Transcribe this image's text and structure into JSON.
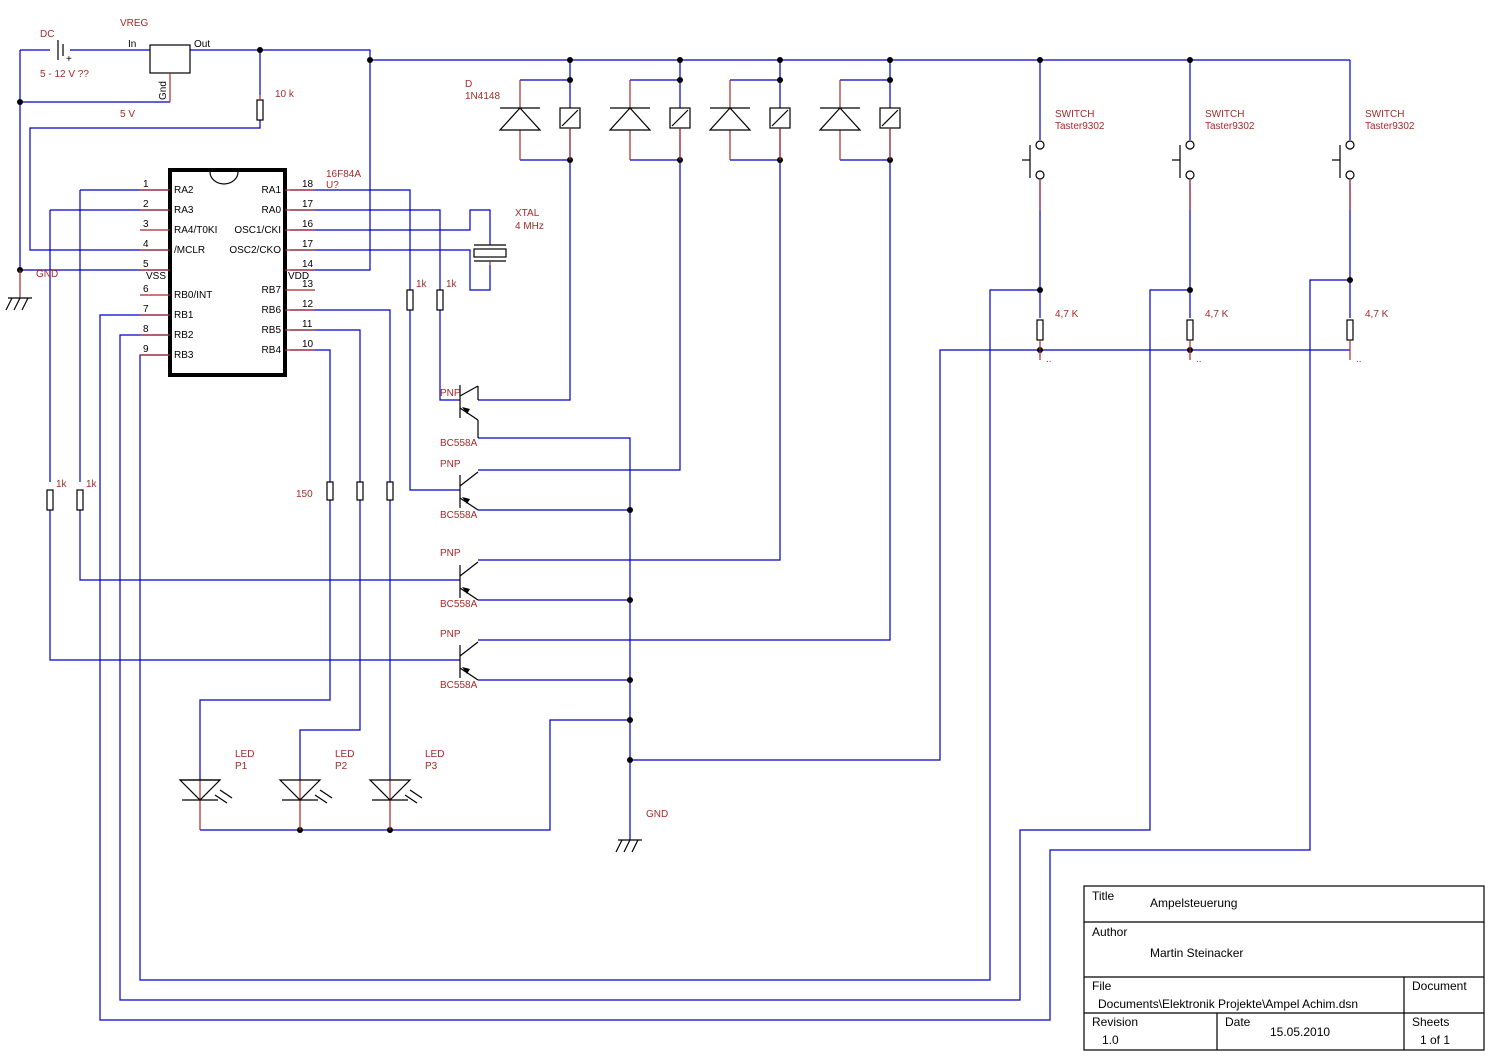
{
  "components": {
    "dc": {
      "ref": "DC",
      "value": "5 - 12 V ??"
    },
    "vreg": {
      "ref": "VREG",
      "pin_in": "In",
      "pin_out": "Out",
      "pin_gnd": "Gnd",
      "out_voltage": "5 V"
    },
    "r_mclr": {
      "value": "10 k"
    },
    "gnd_left": {
      "label": "GND"
    },
    "gnd_bottom": {
      "label": "GND"
    },
    "mcu": {
      "ref": "16F84A",
      "suffix": "U?",
      "left_pins": [
        {
          "num": "1",
          "name": "RA2"
        },
        {
          "num": "2",
          "name": "RA3"
        },
        {
          "num": "3",
          "name": "RA4/T0KI"
        },
        {
          "num": "4",
          "name": "/MCLR"
        },
        {
          "num": "5",
          "name": "VSS"
        },
        {
          "num": "6",
          "name": "RB0/INT"
        },
        {
          "num": "7",
          "name": "RB1"
        },
        {
          "num": "8",
          "name": "RB2"
        },
        {
          "num": "9",
          "name": "RB3"
        }
      ],
      "right_pins": [
        {
          "num": "18",
          "name": "RA1"
        },
        {
          "num": "17",
          "name": "RA0"
        },
        {
          "num": "16",
          "name": "OSC1/CKI"
        },
        {
          "num": "17",
          "name": "OSC2/CKO"
        },
        {
          "num": "14",
          "name": "VDD"
        },
        {
          "num": "13",
          "name": "RB7"
        },
        {
          "num": "12",
          "name": "RB6"
        },
        {
          "num": "11",
          "name": "RB5"
        },
        {
          "num": "10",
          "name": "RB4"
        }
      ]
    },
    "xtal": {
      "ref": "XTAL",
      "value": "4 MHz"
    },
    "diode": {
      "ref": "D",
      "value": "1N4148"
    },
    "r_base": [
      "1k",
      "1k",
      "1k",
      "1k"
    ],
    "r_led": [
      "150"
    ],
    "transistors": [
      {
        "type": "PNP",
        "value": "BC558A"
      },
      {
        "type": "PNP",
        "value": "BC558A"
      },
      {
        "type": "PNP",
        "value": "BC558A"
      },
      {
        "type": "PNP",
        "value": "BC558A"
      }
    ],
    "leds": [
      {
        "ref": "LED",
        "value": "P1"
      },
      {
        "ref": "LED",
        "value": "P2"
      },
      {
        "ref": "LED",
        "value": "P3"
      }
    ],
    "switches": [
      {
        "ref": "SWITCH",
        "value": "Taster9302"
      },
      {
        "ref": "SWITCH",
        "value": "Taster9302"
      },
      {
        "ref": "SWITCH",
        "value": "Taster9302"
      }
    ],
    "pullups": [
      "4,7 K",
      "4,7 K",
      "4,7 K"
    ],
    "pullup_suffix": ".."
  },
  "title_block": {
    "title_label": "Title",
    "title": "Ampelsteuerung",
    "author_label": "Author",
    "author": "Martin Steinacker",
    "file_label": "File",
    "file": "Documents\\Elektronik Projekte\\Ampel Achim.dsn",
    "document_label": "Document",
    "revision_label": "Revision",
    "revision": "1.0",
    "date_label": "Date",
    "date": "15.05.2010",
    "sheets_label": "Sheets",
    "sheets": "1 of 1"
  }
}
